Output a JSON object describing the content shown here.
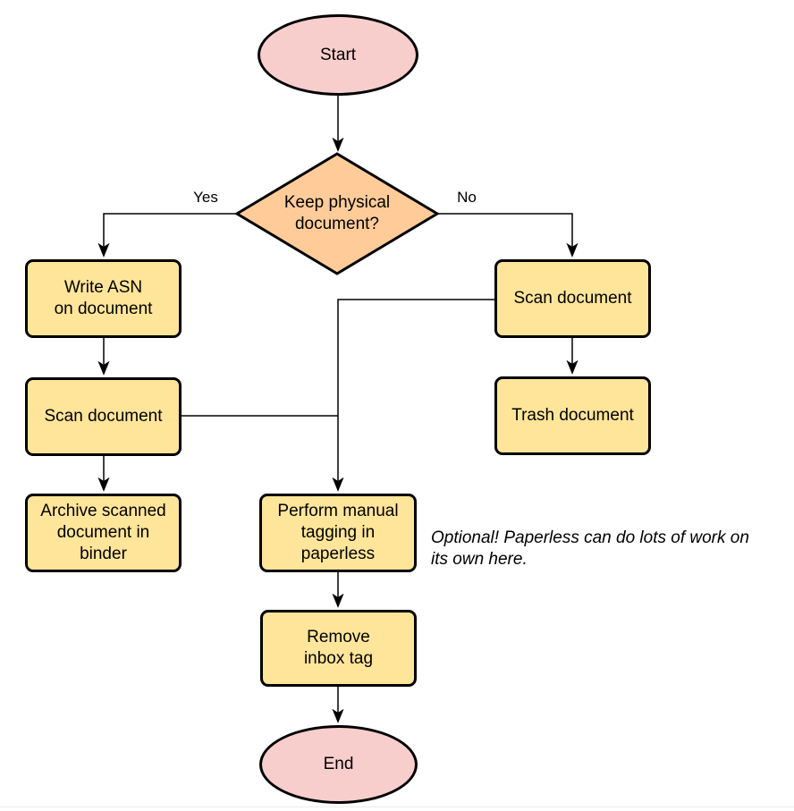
{
  "diagram_type": "flowchart",
  "colors": {
    "terminal_fill": "#F8CECC",
    "decision_fill": "#FFCC99",
    "process_fill": "#FFE599",
    "stroke": "#000000",
    "connector": "#000000"
  },
  "nodes": {
    "start": {
      "type": "terminal",
      "label": "Start"
    },
    "decision": {
      "type": "decision",
      "label": "Keep physical\ndocument?"
    },
    "write_asn": {
      "type": "process",
      "label": "Write ASN\non document"
    },
    "scan_left": {
      "type": "process",
      "label": "Scan document"
    },
    "archive": {
      "type": "process",
      "label": "Archive scanned\ndocument in\nbinder"
    },
    "scan_right": {
      "type": "process",
      "label": "Scan document"
    },
    "trash": {
      "type": "process",
      "label": "Trash document"
    },
    "tagging": {
      "type": "process",
      "label": "Perform manual\ntagging in\npaperless"
    },
    "remove_inbox": {
      "type": "process",
      "label": "Remove\ninbox tag"
    },
    "end": {
      "type": "terminal",
      "label": "End"
    }
  },
  "edges": [
    {
      "from": "start",
      "to": "decision",
      "label": ""
    },
    {
      "from": "decision",
      "to": "write_asn",
      "label": "Yes"
    },
    {
      "from": "decision",
      "to": "scan_right",
      "label": "No"
    },
    {
      "from": "write_asn",
      "to": "scan_left",
      "label": ""
    },
    {
      "from": "scan_left",
      "to": "archive",
      "label": ""
    },
    {
      "from": "scan_right",
      "to": "trash",
      "label": ""
    },
    {
      "from": "scan_right",
      "to": "tagging",
      "label": ""
    },
    {
      "from": "scan_left",
      "to": "tagging",
      "label": ""
    },
    {
      "from": "tagging",
      "to": "remove_inbox",
      "label": ""
    },
    {
      "from": "remove_inbox",
      "to": "end",
      "label": ""
    }
  ],
  "edge_labels": {
    "yes": "Yes",
    "no": "No"
  },
  "annotation": {
    "text": "Optional! Paperless can do lots of work on\nits own here."
  }
}
